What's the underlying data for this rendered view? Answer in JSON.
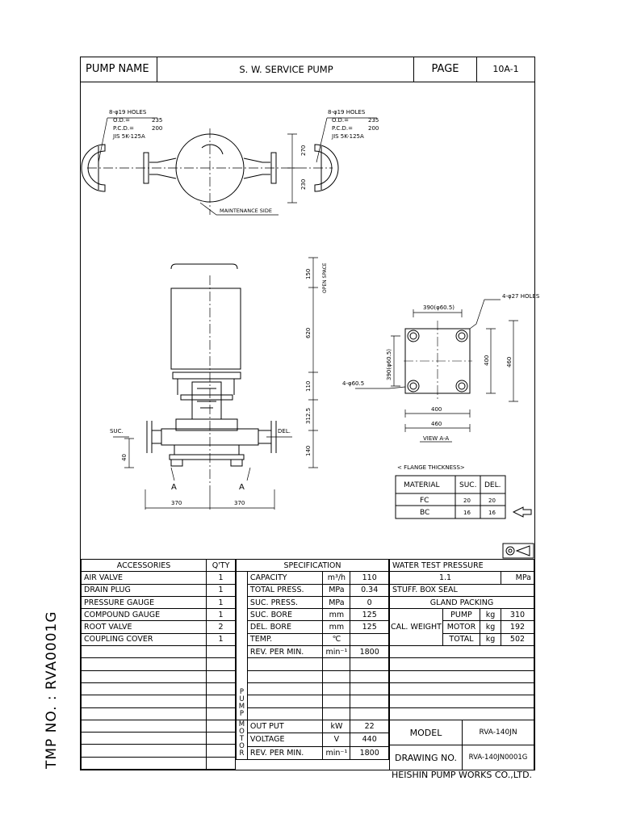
{
  "header": {
    "pump_name_label": "PUMP NAME",
    "pump_name": "S. W. SERVICE PUMP",
    "page_label": "PAGE",
    "page_no": "10A-1"
  },
  "drawing": {
    "holes_left": [
      "8-φ19 HOLES",
      "O.D.=",
      "235",
      "P.C.D.=",
      "200",
      "JIS 5K-125A"
    ],
    "holes_right": [
      "8-φ19 HOLES",
      "O.D.=",
      "235",
      "P.C.D.=",
      "200",
      "JIS 5K-125A"
    ],
    "dim_270": "270",
    "dim_230": "230",
    "maintenance_side": "MAINTENANCE SIDE",
    "dim_150": "150",
    "open_space": "OPEN SPACE",
    "dim_620": "620",
    "dim_110": "110",
    "dim_3125": "312.5",
    "dim_140": "140",
    "dim_40": "40",
    "suc": "SUC.",
    "del": "DEL.",
    "section_a_left": "A",
    "section_a_right": "A",
    "dim_370_left": "370",
    "dim_370_right": "370",
    "base_holes": "4-φ27 HOLES",
    "dim_390_top": "390(φ60.5)",
    "dim_390_side": "390(φ60.5)",
    "dim_400_side": "400",
    "dim_460_side": "460",
    "dim_4_605": "4-φ60.5",
    "dim_400_bottom": "400",
    "dim_460_bottom": "460",
    "view_aa": "VIEW A-A",
    "flange_title": "< FLANGE THICKNESS>",
    "flange_table": {
      "headers": [
        "MATERIAL",
        "SUC.",
        "DEL."
      ],
      "rows": [
        [
          "FC",
          "20",
          "20"
        ],
        [
          "BC",
          "16",
          "16"
        ]
      ]
    }
  },
  "accessories": {
    "title": "ACCESSORIES",
    "qty_title": "Q'TY",
    "items": [
      {
        "name": "AIR VALVE",
        "qty": "1"
      },
      {
        "name": "DRAIN PLUG",
        "qty": "1"
      },
      {
        "name": "PRESSURE GAUGE",
        "qty": "1"
      },
      {
        "name": "COMPOUND GAUGE",
        "qty": "1"
      },
      {
        "name": "ROOT VALVE",
        "qty": "2"
      },
      {
        "name": "COUPLING COVER",
        "qty": "1"
      }
    ]
  },
  "specification": {
    "title": "SPECIFICATION",
    "pump_label": "PUMP",
    "motor_label": "MOTOR",
    "pump_rows": [
      {
        "item": "CAPACITY",
        "unit": "m³/h",
        "value": "110"
      },
      {
        "item": "TOTAL PRESS.",
        "unit": "MPa",
        "value": "0.34"
      },
      {
        "item": "SUC. PRESS.",
        "unit": "MPa",
        "value": "0"
      },
      {
        "item": "SUC. BORE",
        "unit": "mm",
        "value": "125"
      },
      {
        "item": "DEL. BORE",
        "unit": "mm",
        "value": "125"
      },
      {
        "item": "TEMP.",
        "unit": "℃",
        "value": ""
      },
      {
        "item": "REV. PER MIN.",
        "unit": "min⁻¹",
        "value": "1800"
      }
    ],
    "motor_rows": [
      {
        "item": "OUT PUT",
        "unit": "kW",
        "value": "22"
      },
      {
        "item": "VOLTAGE",
        "unit": "V",
        "value": "440"
      },
      {
        "item": "REV. PER MIN.",
        "unit": "min⁻¹",
        "value": "1800"
      }
    ]
  },
  "right_panel": {
    "water_test_label": "WATER TEST PRESSURE",
    "water_test_value": "1.1",
    "water_test_unit": "MPa",
    "stuff_box_label": "STUFF. BOX SEAL",
    "stuff_box_value": "GLAND PACKING",
    "cal_weight_label": "CAL. WEIGHT",
    "weights": [
      {
        "part": "PUMP",
        "unit": "kg",
        "value": "310"
      },
      {
        "part": "MOTOR",
        "unit": "kg",
        "value": "192"
      },
      {
        "part": "TOTAL",
        "unit": "kg",
        "value": "502"
      }
    ],
    "model_label": "MODEL",
    "model_value": "RVA-140JN",
    "drawing_no_label": "DRAWING NO.",
    "drawing_no_value": "RVA-140JN0001G"
  },
  "footer": {
    "company": "HEISHIN PUMP WORKS CO.,LTD.",
    "tmp_no": "TMP NO. : RVA0001G"
  }
}
